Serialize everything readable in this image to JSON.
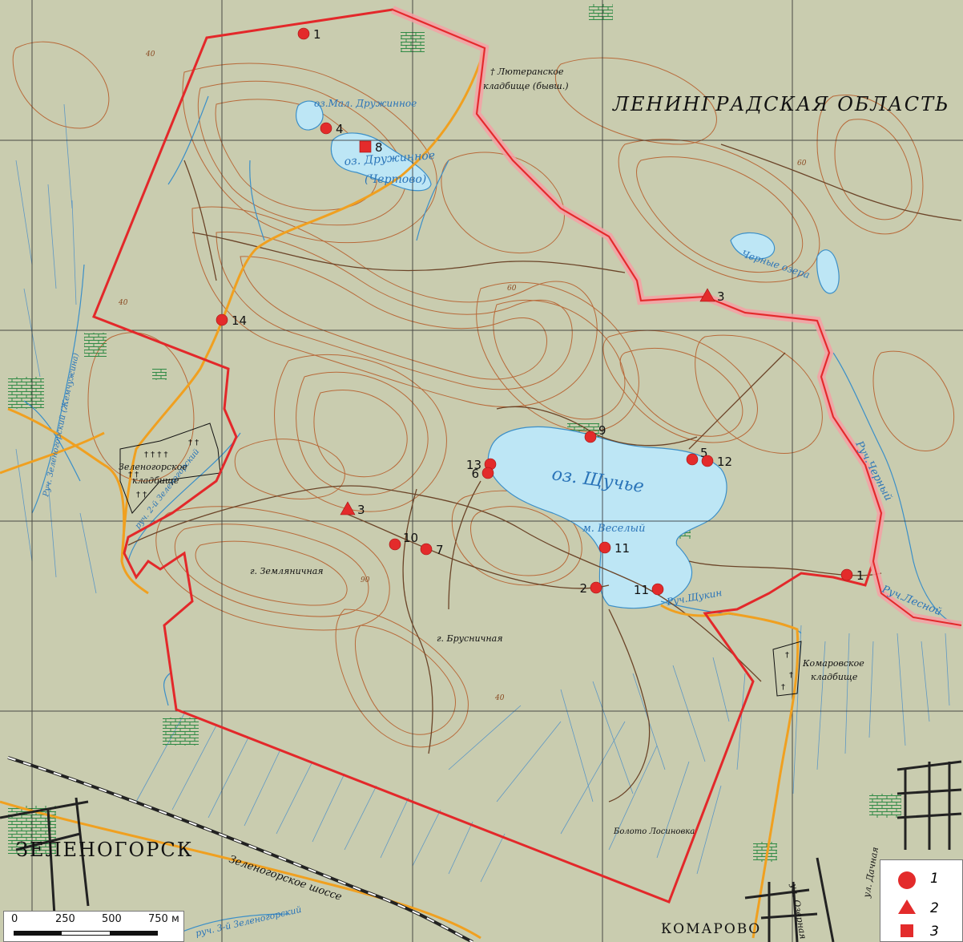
{
  "regions": {
    "oblast": "ЛЕНИНГРАДСКАЯ ОБЛАСТЬ",
    "town_zelenogorsk": "ЗЕЛЕНОГОРСК",
    "town_komarovo": "КОМАРОВО"
  },
  "water": {
    "lake_shuchye": "оз. Щучье",
    "lake_druzhnoe": "оз. Дружинное",
    "lake_druzhnoe_alt": "(Чертово)",
    "lake_mal_druzhnoe": "оз.Мал. Дружинное",
    "black_lakes": "Черные озера",
    "stream_chernyi": "Руч.Черный",
    "stream_lesnoi": "Руч.Лесной",
    "stream_shukin": "Руч.Щукин",
    "stream_2_zelenogorskii": "руч. 2-й Зеленогорский",
    "stream_3_zelenogorskii": "руч. 3-й Зеленогорский",
    "stream_zelenogorskii_zhemchuzhina": "Руч. Зеленогорский (Жемчужина)"
  },
  "places": {
    "lutheran_cemetery_1": "† Лютеранское",
    "lutheran_cemetery_2": "кладбище (бывш.)",
    "zelenogorsk_cemetery_1": "Зеленогорское",
    "zelenogorsk_cemetery_2": "кладбище",
    "komarovo_cemetery_1": "Комаровское",
    "komarovo_cemetery_2": "кладбище",
    "hill_zemlyanichnaya": "г. Земляничная",
    "hill_brusnichnaya": "г. Брусничная",
    "cape_veselyi": "м. Веселый",
    "bog_losinovka": "Болото Лосиновка",
    "highway": "Зеленогорское шоссе",
    "street_ozernaya": "ул. Озерная",
    "street_dachnaya": "ул. Дачная"
  },
  "contour_labels": [
    "40",
    "60",
    "60",
    "40",
    "90",
    "40"
  ],
  "points": [
    {
      "label": "1",
      "type": "circle"
    },
    {
      "label": "4",
      "type": "circle"
    },
    {
      "label": "8",
      "type": "square"
    },
    {
      "label": "3",
      "type": "triangle"
    },
    {
      "label": "14",
      "type": "circle"
    },
    {
      "label": "9",
      "type": "circle"
    },
    {
      "label": "5",
      "type": "circle"
    },
    {
      "label": "12",
      "type": "circle"
    },
    {
      "label": "13",
      "type": "circle"
    },
    {
      "label": "6",
      "type": "circle"
    },
    {
      "label": "3",
      "type": "triangle"
    },
    {
      "label": "10",
      "type": "circle"
    },
    {
      "label": "7",
      "type": "circle"
    },
    {
      "label": "11",
      "type": "circle"
    },
    {
      "label": "2",
      "type": "circle"
    },
    {
      "label": "11",
      "type": "circle"
    },
    {
      "label": "1",
      "type": "circle"
    }
  ],
  "scale": {
    "ticks": [
      "0",
      "250",
      "500",
      "750 м"
    ]
  },
  "legend": {
    "items": [
      {
        "symbol": "circle",
        "label": "1"
      },
      {
        "symbol": "triangle",
        "label": "2"
      },
      {
        "symbol": "square",
        "label": "3"
      }
    ]
  },
  "colors": {
    "land": "#c9ccaf",
    "water": "#bde6f5",
    "water_line": "#3b8fc8",
    "contour": "#b86a3a",
    "boundary": "#e3282a",
    "oblast_boundary_glow": "#f4a0a4",
    "road": "#f0a020",
    "track": "#6b4428",
    "grid": "#2a2a2a",
    "marker": "#e32b2b"
  }
}
